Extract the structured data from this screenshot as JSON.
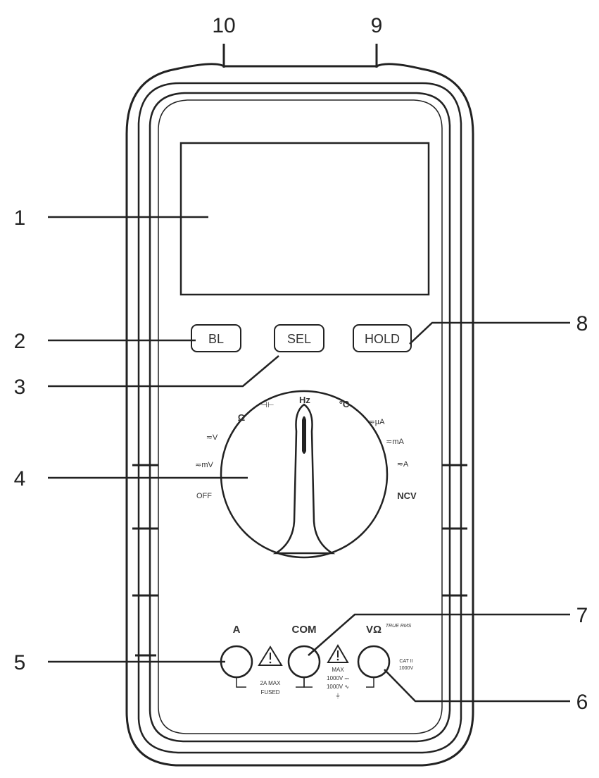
{
  "callouts": {
    "n1": "1",
    "n2": "2",
    "n3": "3",
    "n4": "4",
    "n5": "5",
    "n6": "6",
    "n7": "7",
    "n8": "8",
    "n9": "9",
    "n10": "10"
  },
  "buttons": {
    "bl": "BL",
    "sel": "SEL",
    "hold": "HOLD"
  },
  "dial": {
    "hz": "Hz",
    "temp": "°C",
    "ohm": "Ω",
    "cap": "⊣⊢",
    "v": "≂V",
    "mv": "≂mV",
    "off": "OFF",
    "ua": "≂µA",
    "ma": "≂mA",
    "a": "≂A",
    "ncv": "NCV"
  },
  "jacks": {
    "a": "A",
    "com": "COM",
    "v": "VΩ",
    "true_rms": "TRUE RMS"
  },
  "ratings": {
    "fused_1": "2A MAX",
    "fused_2": "FUSED",
    "max": "MAX",
    "max_1": "1000V ⎓",
    "max_2": "1000V ∿",
    "cat_1": "CAT II",
    "cat_2": "1000V"
  },
  "colors": {
    "stroke": "#222222",
    "background": "#ffffff"
  }
}
